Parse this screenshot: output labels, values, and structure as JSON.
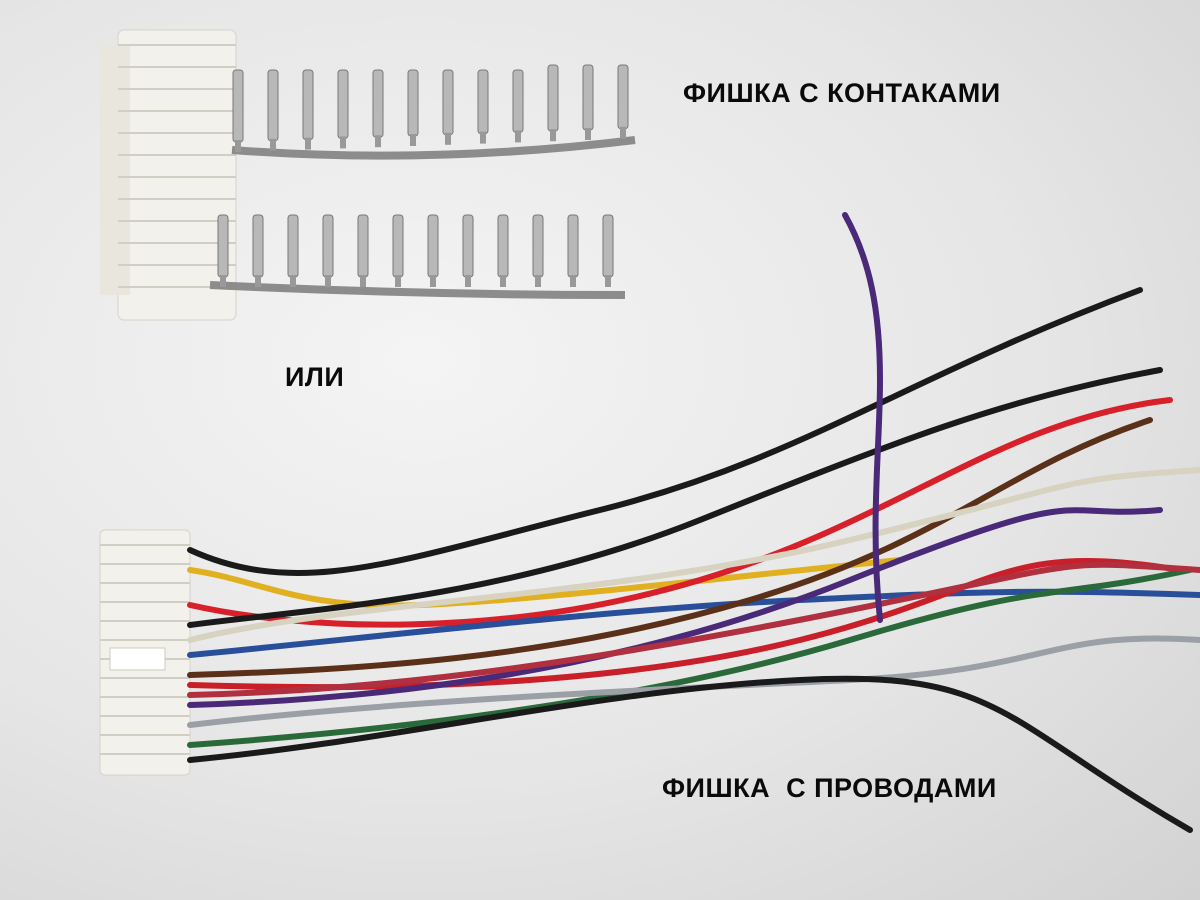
{
  "labels": {
    "top": "ФИШКА С КОНТАКАМИ",
    "middle": "ИЛИ",
    "bottom": "ФИШКА  С ПРОВОДАМИ"
  },
  "colors": {
    "background": "#ececec",
    "connector": "#f2f0ea",
    "terminal": "#b8b8b8",
    "wires": [
      "#1a1a1a",
      "#e0b020",
      "#d8202a",
      "#1a1a1a",
      "#2a4f9a",
      "#c81f28",
      "#4a2a78",
      "#2a6a3a",
      "#5a3018",
      "#d8d2c0",
      "#9aa0a6",
      "#b03040"
    ]
  }
}
